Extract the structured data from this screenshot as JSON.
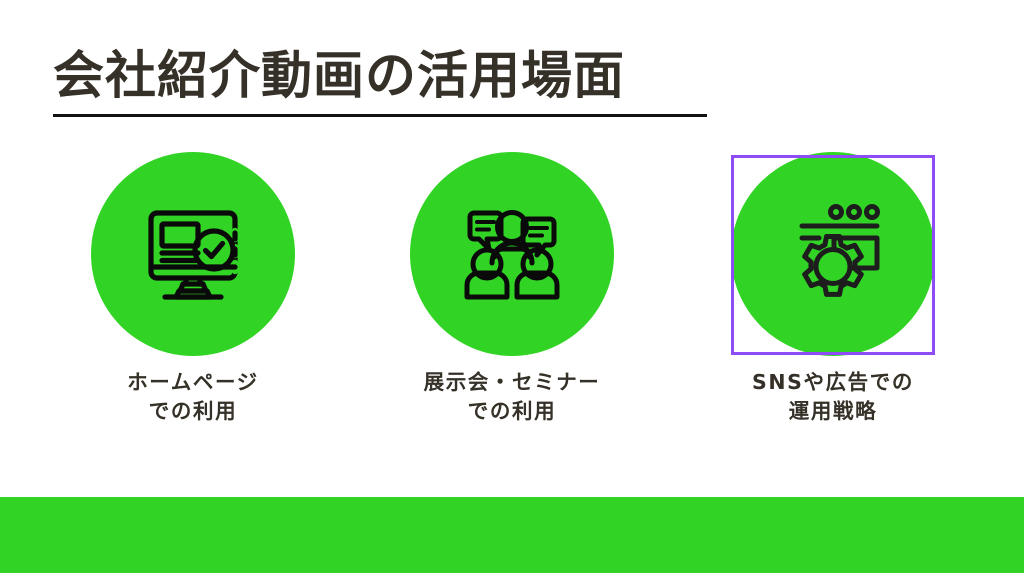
{
  "slide": {
    "background_color": "#ffffff",
    "title": "会社紹介動画の活用場面",
    "title_color": "#353128",
    "accent_green": "#31d424",
    "selection_color": "#8d4cf5",
    "rule_color": "#111111"
  },
  "cards": [
    {
      "icon_name": "monitor-webpage-check-icon",
      "label_line1": "ホームページ",
      "label_line2": "での利用",
      "selected": false
    },
    {
      "icon_name": "people-speech-bubbles-icon",
      "label_line1": "展示会・セミナー",
      "label_line2": "での利用",
      "selected": false
    },
    {
      "icon_name": "browser-gear-settings-icon",
      "label_line1": "SNSや広告での",
      "label_line2": "運用戦略",
      "selected": true
    }
  ],
  "footer": {
    "bar_color": "#31d424"
  }
}
